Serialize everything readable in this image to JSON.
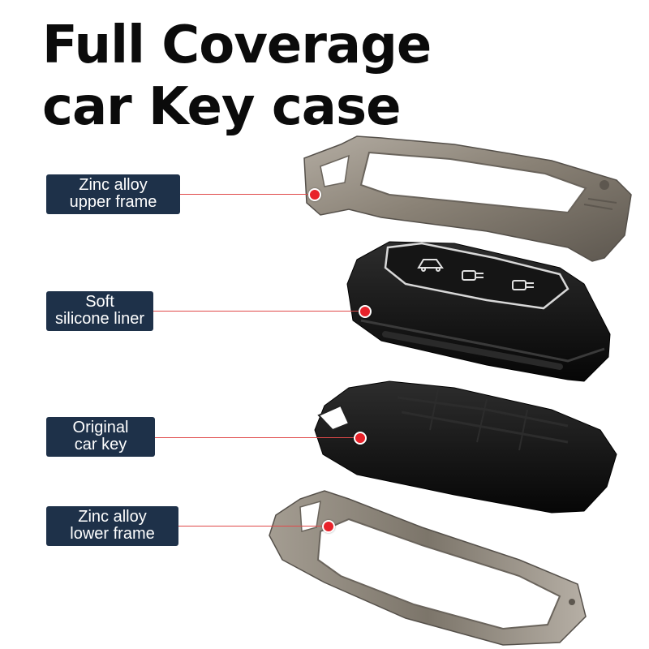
{
  "title": {
    "line1": "Full Coverage",
    "line2": "car Key case"
  },
  "components": [
    {
      "line1": "Zinc alloy",
      "line2": "upper frame"
    },
    {
      "line1": "Soft",
      "line2": "silicone liner"
    },
    {
      "line1": "Original",
      "line2": "car key"
    },
    {
      "line1": "Zinc alloy",
      "line2": "lower frame"
    }
  ],
  "colors": {
    "label_bg": "#1e3149",
    "label_text": "#ffffff",
    "marker": "#e8222a",
    "metal_frame": "#8c8478",
    "black_parts": "#111111"
  },
  "icons": [
    "trunk-icon",
    "lock-icon",
    "unlock-icon"
  ]
}
